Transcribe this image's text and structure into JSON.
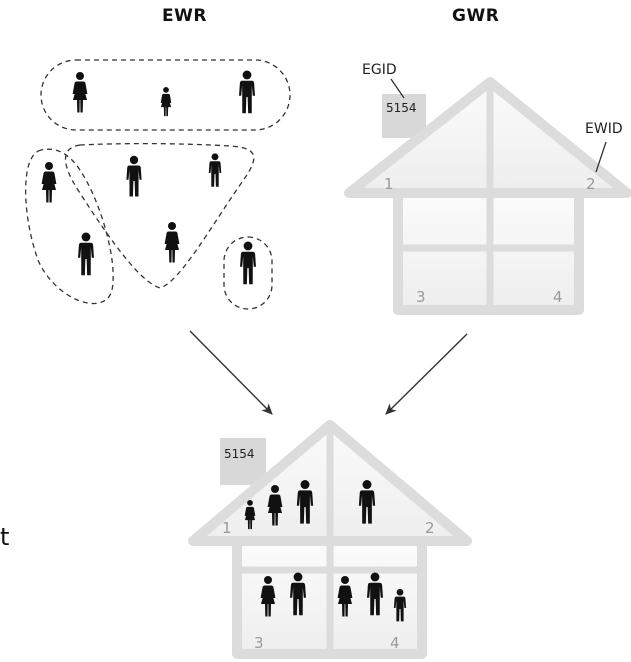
{
  "titles": {
    "left": "EWR",
    "right": "GWR"
  },
  "labels": {
    "building_id": "EGID",
    "dwelling_id": "EWID"
  },
  "top_house": {
    "number": "5154",
    "units": [
      "1",
      "2",
      "3",
      "4"
    ]
  },
  "bottom_house": {
    "number": "5154",
    "units": [
      "1",
      "2",
      "3",
      "4"
    ]
  },
  "stray_text": "t",
  "colors": {
    "house_stroke": "#dcdcdc",
    "house_fill": "#f7f7f7",
    "unit_label": "#9a9a9a",
    "person": "#111111",
    "dash": "#333333"
  }
}
